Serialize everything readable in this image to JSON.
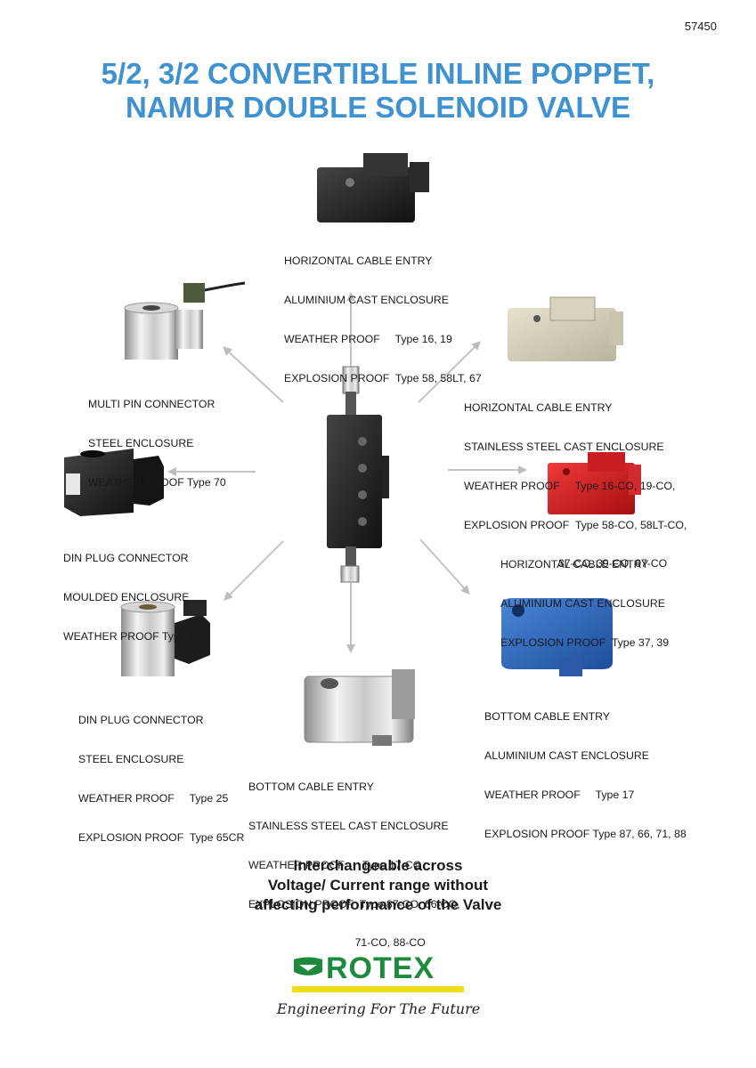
{
  "document_number": "57450",
  "title_line1": "5/2, 3/2 CONVERTIBLE INLINE POPPET,",
  "title_line2": "NAMUR DOUBLE SOLENOID VALVE",
  "colors": {
    "title": "#3f92cf",
    "arrow": "#bdbdbd",
    "brand_green": "#1e8a3e",
    "brand_yellow": "#f2dd1c"
  },
  "variants": [
    {
      "id": "top",
      "lines": [
        "HORIZONTAL CABLE ENTRY",
        "ALUMINIUM CAST ENCLOSURE",
        "WEATHER PROOF     Type 16, 19",
        "EXPLOSION PROOF  Type 58, 58LT, 67"
      ]
    },
    {
      "id": "upper-right",
      "lines": [
        "HORIZONTAL CABLE ENTRY",
        "STAINLESS STEEL CAST ENCLOSURE",
        "WEATHER PROOF     Type 16-CO, 19-CO,",
        "EXPLOSION PROOF  Type 58-CO, 58LT-CO,",
        "                               37-CO, 39-CO, 67-CO"
      ]
    },
    {
      "id": "right",
      "lines": [
        "HORIZONTAL CABLE ENTRY",
        "ALUMINIUM CAST ENCLOSURE",
        "EXPLOSION PROOF  Type 37, 39"
      ]
    },
    {
      "id": "lower-right",
      "lines": [
        "BOTTOM CABLE ENTRY",
        "ALUMINIUM CAST ENCLOSURE",
        "WEATHER PROOF     Type 17",
        "EXPLOSION PROOF Type 87, 66, 71, 88"
      ]
    },
    {
      "id": "bottom",
      "lines": [
        "BOTTOM CABLE ENTRY",
        "STAINLESS STEEL CAST ENCLOSURE",
        "WEATHER PROOF      Type 17-CO",
        "EXPLOSION PROOF  Type 87-CO, 66-CO,",
        "                                   71-CO, 88-CO"
      ]
    },
    {
      "id": "lower-left",
      "lines": [
        "DIN PLUG CONNECTOR",
        "STEEL ENCLOSURE",
        "WEATHER PROOF     Type 25",
        "EXPLOSION PROOF  Type 65CR"
      ]
    },
    {
      "id": "left",
      "lines": [
        "DIN PLUG CONNECTOR",
        "MOULDED ENCLOSURE",
        "WEATHER PROOF Type 22"
      ]
    },
    {
      "id": "upper-left",
      "lines": [
        "MULTI PIN CONNECTOR",
        "STEEL ENCLOSURE",
        "WEATHER PROOF Type 70"
      ]
    }
  ],
  "tagline": [
    "Interchangeable across",
    "Voltage/ Current range without",
    "affecting performance of the Valve"
  ],
  "brand": {
    "name": "ROTEX",
    "slogan": "Engineering For The Future"
  }
}
